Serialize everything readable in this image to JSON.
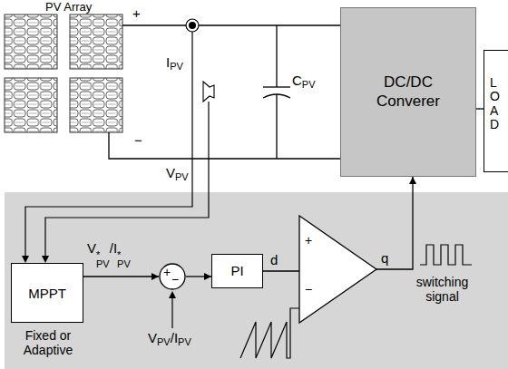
{
  "diagram": {
    "nodes": [
      {
        "text": [
          "DC/DC Converer"
        ]
      },
      {
        "text": [
          "LOAD"
        ]
      },
      {
        "text": [
          "MPPT",
          "Fixed or Adaptive"
        ]
      },
      {
        "text": [
          "+",
          "−"
        ]
      },
      {
        "text": [
          "PI"
        ]
      },
      {
        "text": [
          "+",
          "−"
        ]
      }
    ],
    "edges": [
      {
        "from": 2,
        "to": 3,
        "arrow": "to"
      },
      {
        "from": 3,
        "to": 4,
        "arrow": "to"
      },
      {
        "from": 4,
        "to": 5,
        "arrow": "none"
      },
      {
        "from": 5,
        "to": 0,
        "arrow": "to"
      },
      {
        "from": 0,
        "to": 1,
        "arrow": "none"
      }
    ],
    "labels": [
      "PV Array",
      "+",
      "−",
      "I",
      "PV",
      "C",
      "PV",
      "V",
      "PV",
      "V",
      "*",
      "PV",
      "/",
      "I",
      "*",
      "PV",
      "V",
      "PV",
      "/",
      "I",
      "PV",
      "d",
      "q",
      "switching signal"
    ]
  }
}
